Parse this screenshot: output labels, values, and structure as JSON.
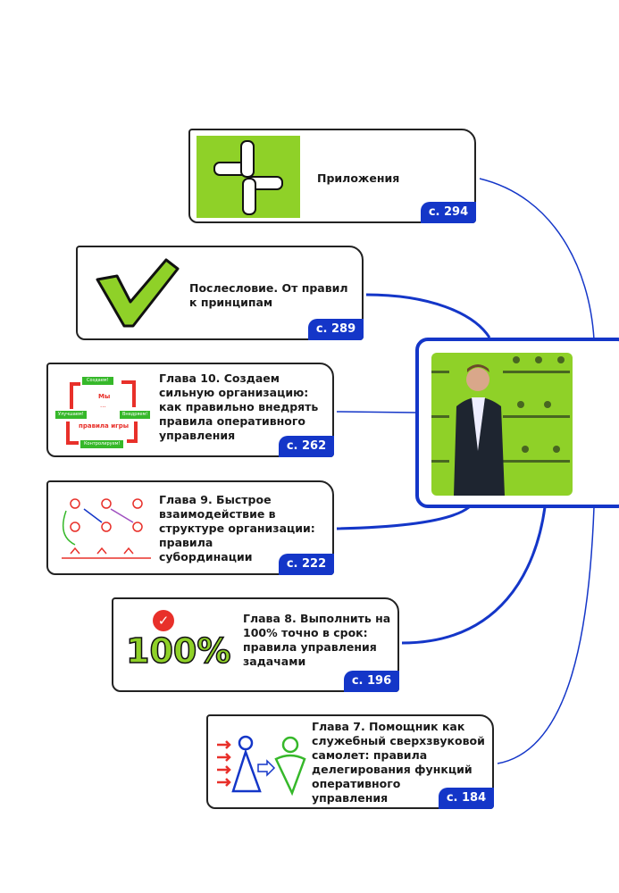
{
  "cards": [
    {
      "title": "Приложения",
      "page": "с. 294",
      "icon": "handshake-icon"
    },
    {
      "title": "Послесловие. От правил к принципам",
      "page": "с. 289",
      "icon": "checkmark-icon"
    },
    {
      "title": "Глава 10. Создаем сильную организацию: как правильно внедрять правила оперативного управления",
      "page": "с. 262",
      "icon": "cycle-diagram-icon",
      "diagram": {
        "top": "Создаем!",
        "right": "Внедряем!",
        "bottom": "Контролируем!",
        "left": "Улучшаем!",
        "center1": "Мы",
        "center2": "...",
        "center3": "правила игры"
      }
    },
    {
      "title": "Глава 9. Быстрое взаимодействие в структуре организации: правила субординации",
      "page": "с. 222",
      "icon": "org-structure-icon"
    },
    {
      "title": "Глава 8. Выполнить на 100% точно в срок: правила управления задачами",
      "page": "с. 196",
      "icon": "percent-100-icon",
      "percent": "100%"
    },
    {
      "title": "Глава 7. Помощник как служебный сверхзвуковой самолет: правила делегирования функций оперативного управления",
      "page": "с. 184",
      "icon": "delegation-icon"
    }
  ],
  "colors": {
    "accent": "#1436c8",
    "green": "#8fd128",
    "red": "#e8302a"
  }
}
